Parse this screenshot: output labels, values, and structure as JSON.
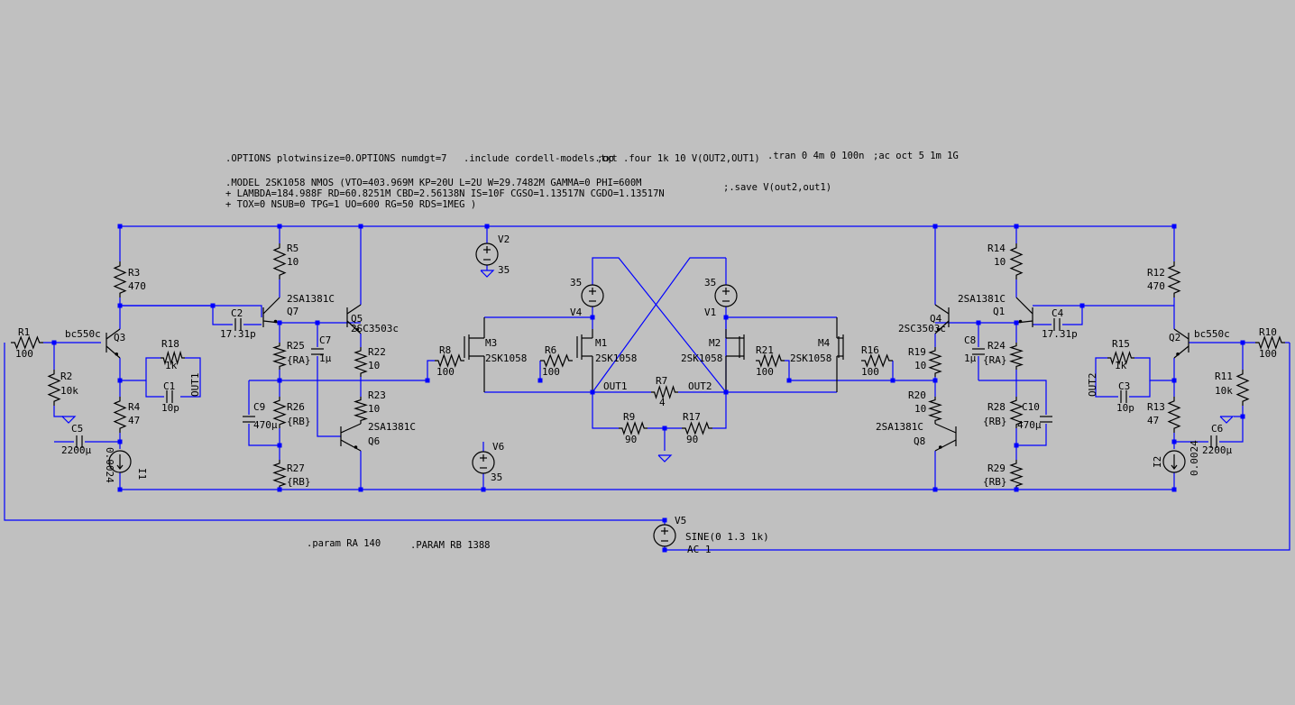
{
  "directives": {
    "options1": ".OPTIONS plotwinsize=0",
    "options2": ".OPTIONS numdgt=7",
    "include": ".include cordell-models.txt",
    "op": ";op",
    "four": ".four 1k 10 V(OUT2,OUT1)",
    "tran": ".tran 0 4m 0 100n",
    "ac": ";ac oct 5 1m 1G",
    "model1": ".MODEL 2SK1058 NMOS (VTO=403.969M KP=20U L=2U W=29.7482M GAMMA=0 PHI=600M",
    "model2": "+ LAMBDA=184.988F RD=60.8251M CBD=2.56138N IS=10F CGSO=1.13517N CGDO=1.13517N",
    "model3": "+ TOX=0 NSUB=0 TPG=1 UO=600 RG=50 RDS=1MEG )",
    "save": ";.save V(out2,out1)",
    "paramA": ".param RA 140",
    "paramB": ".PARAM RB 1388"
  },
  "resistors": {
    "R1": {
      "name": "R1",
      "value": "100"
    },
    "R2": {
      "name": "R2",
      "value": "10k"
    },
    "R3": {
      "name": "R3",
      "value": "470"
    },
    "R4": {
      "name": "R4",
      "value": "47"
    },
    "R5": {
      "name": "R5",
      "value": "10"
    },
    "R6": {
      "name": "R6",
      "value": "100"
    },
    "R7": {
      "name": "R7",
      "value": "4"
    },
    "R8": {
      "name": "R8",
      "value": "100"
    },
    "R9": {
      "name": "R9",
      "value": "90"
    },
    "R10": {
      "name": "R10",
      "value": "100"
    },
    "R11": {
      "name": "R11",
      "value": "10k"
    },
    "R12": {
      "name": "R12",
      "value": "470"
    },
    "R13": {
      "name": "R13",
      "value": "47"
    },
    "R14": {
      "name": "R14",
      "value": "10"
    },
    "R15": {
      "name": "R15",
      "value": "1k"
    },
    "R16": {
      "name": "R16",
      "value": "100"
    },
    "R17": {
      "name": "R17",
      "value": "90"
    },
    "R18": {
      "name": "R18",
      "value": "1k"
    },
    "R19": {
      "name": "R19",
      "value": "10"
    },
    "R20": {
      "name": "R20",
      "value": "10"
    },
    "R21": {
      "name": "R21",
      "value": "100"
    },
    "R22": {
      "name": "R22",
      "value": "10"
    },
    "R23": {
      "name": "R23",
      "value": "10"
    },
    "R24": {
      "name": "R24",
      "value": "{RA}"
    },
    "R25": {
      "name": "R25",
      "value": "{RA}"
    },
    "R26": {
      "name": "R26",
      "value": "{RB}"
    },
    "R27": {
      "name": "R27",
      "value": "{RB}"
    },
    "R28": {
      "name": "R28",
      "value": "{RB}"
    },
    "R29": {
      "name": "R29",
      "value": "{RB}"
    }
  },
  "capacitors": {
    "C1": {
      "name": "C1",
      "value": "10p"
    },
    "C2": {
      "name": "C2",
      "value": "17.31p"
    },
    "C3": {
      "name": "C3",
      "value": "10p"
    },
    "C4": {
      "name": "C4",
      "value": "17.31p"
    },
    "C5": {
      "name": "C5",
      "value": "2200µ"
    },
    "C6": {
      "name": "C6",
      "value": "2200µ"
    },
    "C7": {
      "name": "C7",
      "value": "1µ"
    },
    "C8": {
      "name": "C8",
      "value": "1µ"
    },
    "C9": {
      "name": "C9",
      "value": "470µ"
    },
    "C10": {
      "name": "C10",
      "value": "470µ"
    }
  },
  "transistors": {
    "Q1": {
      "name": "Q1",
      "model": "2SA1381C"
    },
    "Q2": {
      "name": "Q2",
      "model": "bc550c"
    },
    "Q3": {
      "name": "Q3",
      "model": "bc550c"
    },
    "Q4": {
      "name": "Q4",
      "model": "2SC3503c"
    },
    "Q5": {
      "name": "Q5",
      "model": "2SC3503c"
    },
    "Q6": {
      "name": "Q6",
      "model": "2SA1381C"
    },
    "Q7": {
      "name": "Q7",
      "model": "2SA1381C"
    },
    "Q8": {
      "name": "Q8",
      "model": "2SA1381C"
    }
  },
  "mosfets": {
    "M1": {
      "name": "M1",
      "model": "2SK1058"
    },
    "M2": {
      "name": "M2",
      "model": "2SK1058"
    },
    "M3": {
      "name": "M3",
      "model": "2SK1058"
    },
    "M4": {
      "name": "M4",
      "model": "2SK1058"
    }
  },
  "sources": {
    "V1": {
      "name": "V1",
      "value": "35"
    },
    "V2": {
      "name": "V2",
      "value": "35"
    },
    "V4": {
      "name": "V4",
      "value": "35"
    },
    "V6": {
      "name": "V6",
      "value": "35"
    },
    "V5": {
      "name": "V5",
      "value": "SINE(0 1.3 1k)",
      "ac": "AC 1"
    },
    "I1": {
      "name": "I1",
      "value": "0.0024"
    },
    "I2": {
      "name": "I2",
      "value": "0.0024"
    }
  },
  "nets": {
    "out1": "OUT1",
    "out2": "OUT2"
  },
  "colors": {
    "background": "#c0c0c0",
    "wire": "#0000ff",
    "component": "#000000"
  }
}
